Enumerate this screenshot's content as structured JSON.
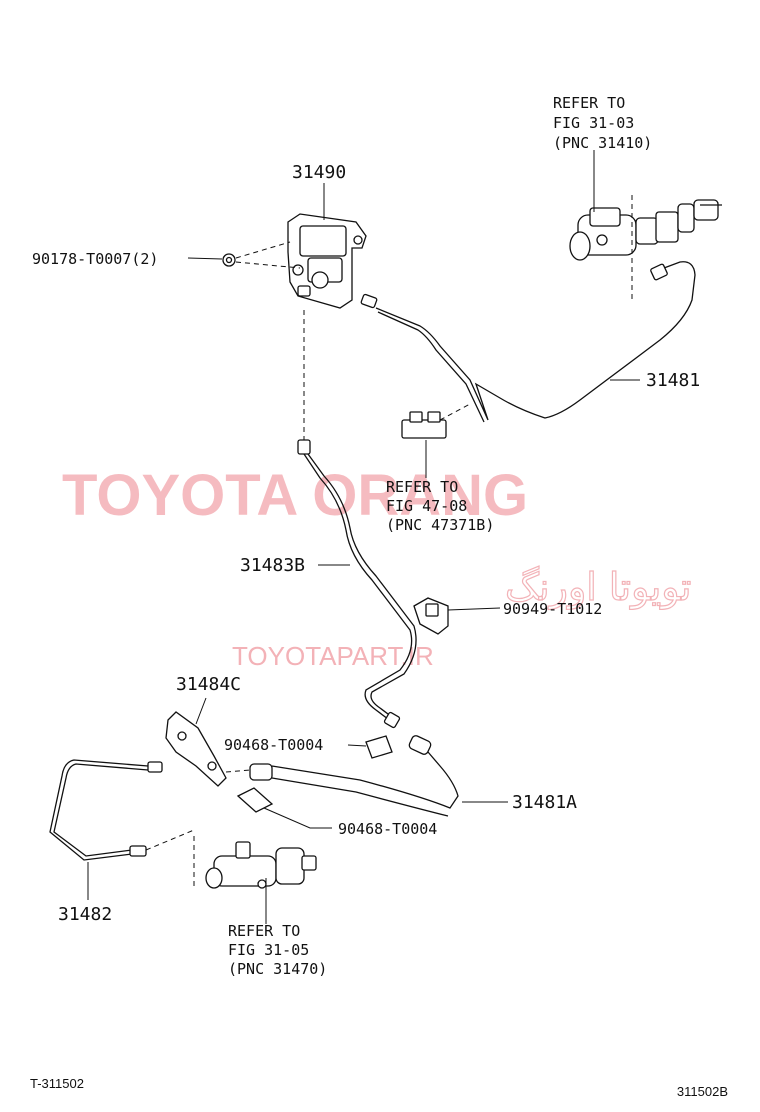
{
  "labels": {
    "refer_3103": [
      "REFER TO",
      "FIG 31-03",
      "(PNC 31410)"
    ],
    "part_31490": "31490",
    "part_90178": "90178-T0007(2)",
    "part_31481": "31481",
    "refer_4708": [
      "REFER TO",
      "FIG 47-08",
      "(PNC 47371B)"
    ],
    "part_31483b": "31483B",
    "part_90949": "90949-T1012",
    "part_31484c": "31484C",
    "part_90468_top": "90468-T0004",
    "part_31481a": "31481A",
    "part_90468_bottom": "90468-T0004",
    "part_31482": "31482",
    "refer_3105": [
      "REFER TO",
      "FIG 31-05",
      "(PNC 31470)"
    ]
  },
  "watermarks": {
    "brand": "TOYOTA ORANG",
    "persian": "تویوتا اورنگ",
    "url": "TOYOTAPART.IR"
  },
  "footer": {
    "left_code": "T-311502",
    "right_code": "311502B"
  }
}
